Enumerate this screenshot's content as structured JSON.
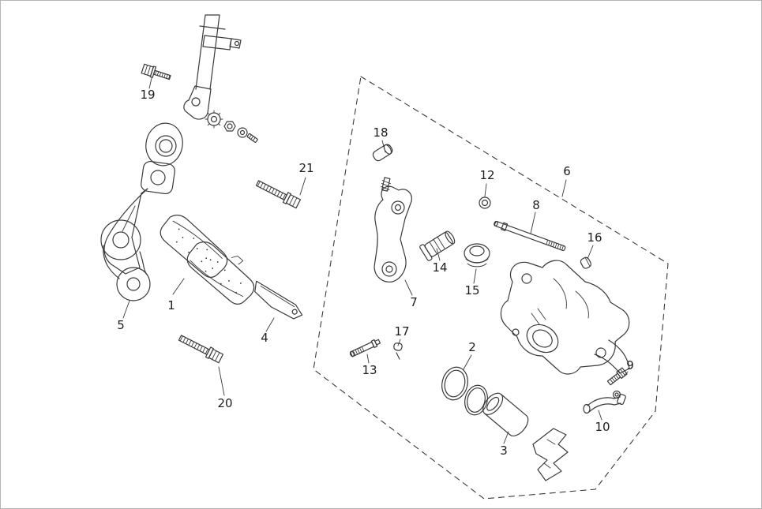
{
  "figure": {
    "kind": "exploded-parts-diagram",
    "colors": {
      "ink": "#3a3a3a",
      "background": "#ffffff",
      "border": "#b5b5b5"
    },
    "labels": [
      {
        "id": "part-1",
        "text": "1"
      },
      {
        "id": "part-2",
        "text": "2"
      },
      {
        "id": "part-3",
        "text": "3"
      },
      {
        "id": "part-4",
        "text": "4"
      },
      {
        "id": "part-5",
        "text": "5"
      },
      {
        "id": "part-6",
        "text": "6"
      },
      {
        "id": "part-7",
        "text": "7"
      },
      {
        "id": "part-8",
        "text": "8"
      },
      {
        "id": "part-9",
        "text": "9"
      },
      {
        "id": "part-10",
        "text": "10"
      },
      {
        "id": "part-12",
        "text": "12"
      },
      {
        "id": "part-13",
        "text": "13"
      },
      {
        "id": "part-14",
        "text": "14"
      },
      {
        "id": "part-15",
        "text": "15"
      },
      {
        "id": "part-16",
        "text": "16"
      },
      {
        "id": "part-17",
        "text": "17"
      },
      {
        "id": "part-18",
        "text": "18"
      },
      {
        "id": "part-19",
        "text": "19"
      },
      {
        "id": "part-20",
        "text": "20"
      },
      {
        "id": "part-21",
        "text": "21"
      }
    ]
  }
}
